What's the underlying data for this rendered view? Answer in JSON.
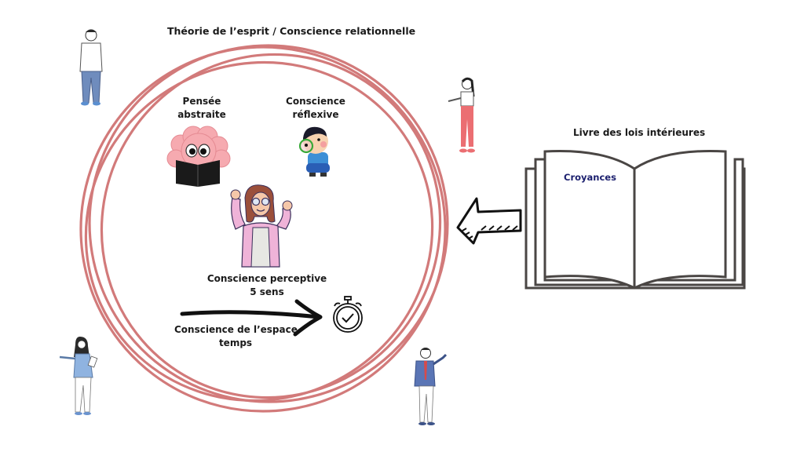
{
  "diagram": {
    "title": "Théorie de l’esprit / Conscience relationnelle",
    "labels": {
      "abstract_thought_line1": "Pensée",
      "abstract_thought_line2": "abstraite",
      "reflexive_line1": "Conscience",
      "reflexive_line2": "réflexive",
      "perceptive_line1": "Conscience perceptive",
      "perceptive_line2": "5 sens",
      "spacetime_line1": "Conscience de l’espace",
      "spacetime_line2": "temps"
    },
    "book": {
      "title": "Livre des lois intérieures",
      "page_text": "Croyances"
    },
    "icons": {
      "brain": "brain-reading-book-icon",
      "boy": "boy-magnifying-glass-icon",
      "woman": "cheering-woman-icon",
      "stopwatch": "stopwatch-icon",
      "arrow_right": "brush-arrow-right-icon",
      "arrow_left": "sketch-arrow-left-icon",
      "open_book": "open-book-icon",
      "people": [
        "man-standing-icon",
        "woman-pink-pants-icon",
        "woman-clipboard-icon",
        "man-suit-presenting-icon"
      ]
    },
    "colors": {
      "circle": "#d27a7a",
      "croyances": "#1b1f6e",
      "book_stroke": "#4a4644"
    }
  }
}
